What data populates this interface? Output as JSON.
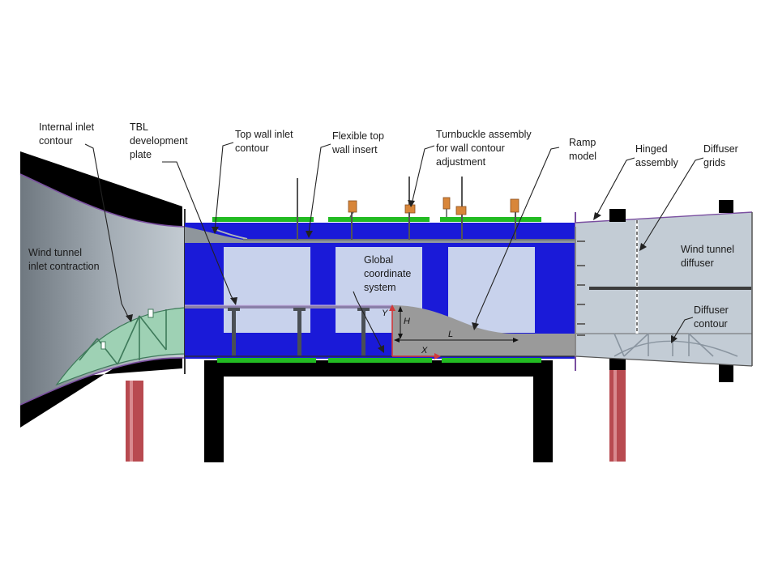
{
  "labels": {
    "internal_inlet_contour": [
      "Internal inlet",
      "contour"
    ],
    "tbl_plate": [
      "TBL",
      "development",
      "plate"
    ],
    "top_wall_inlet": [
      "Top wall inlet",
      "contour"
    ],
    "flexible_top_wall": [
      "Flexible top",
      "wall insert"
    ],
    "turnbuckle": [
      "Turnbuckle assembly",
      "for wall contour",
      "adjustment"
    ],
    "ramp_model": [
      "Ramp",
      "model"
    ],
    "hinged_assembly": [
      "Hinged",
      "assembly"
    ],
    "diffuser_grids": [
      "Diffuser",
      "grids"
    ],
    "wind_tunnel_inlet": [
      "Wind tunnel",
      "inlet contraction"
    ],
    "global_coords": [
      "Global",
      "coordinate",
      "system"
    ],
    "wind_tunnel_diffuser": [
      "Wind tunnel",
      "diffuser"
    ],
    "diffuser_contour": [
      "Diffuser",
      "contour"
    ]
  },
  "axes": {
    "y": "Y",
    "x": "X",
    "h": "H",
    "l": "L"
  },
  "colors": {
    "test_section_blue": "#1a1ad8",
    "window": "#c8d2ec",
    "inlet_gray": "#a9b3bb",
    "diffuser_gray": "#c3ccd5",
    "ramp_gray": "#9a9a9a",
    "truss_green": "#7fbf9a",
    "rail_green": "#22bb22",
    "support_red": "#b84a50",
    "frame_black": "#000000",
    "turnbuckle_orange": "#d8863a"
  }
}
